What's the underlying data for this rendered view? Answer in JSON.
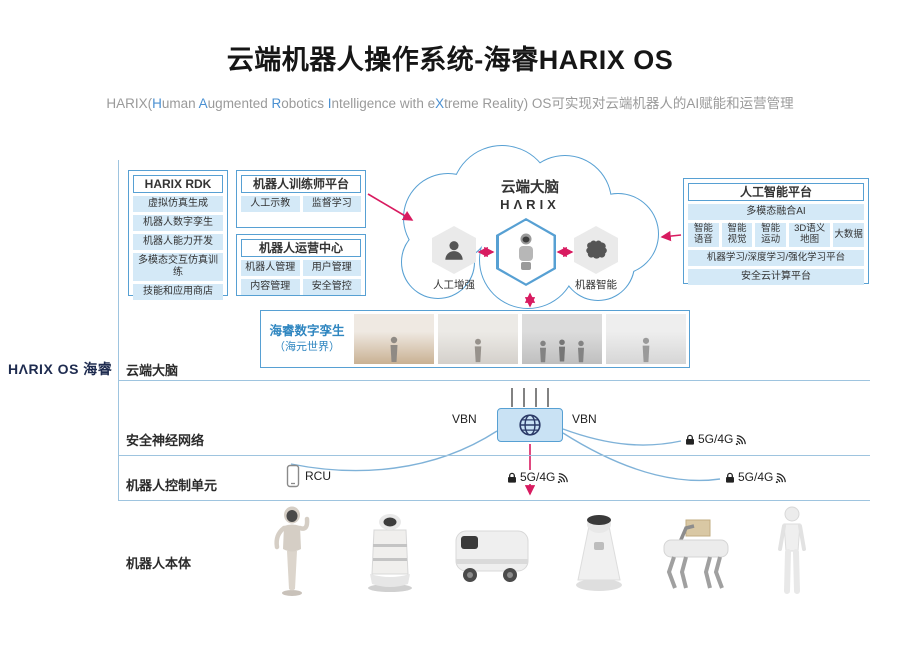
{
  "title": "云端机器人操作系统-海睿HARIX OS",
  "subtitle": {
    "segments": [
      {
        "t": "HARIX(",
        "hl": false
      },
      {
        "t": "H",
        "hl": true
      },
      {
        "t": "uman ",
        "hl": false
      },
      {
        "t": "A",
        "hl": true
      },
      {
        "t": "ugmented ",
        "hl": false
      },
      {
        "t": "R",
        "hl": true
      },
      {
        "t": "obotics ",
        "hl": false
      },
      {
        "t": "I",
        "hl": true
      },
      {
        "t": "ntelligence with e",
        "hl": false
      },
      {
        "t": "X",
        "hl": true
      },
      {
        "t": "treme Reality) OS可实现对云端机器人的AI赋能和运营管理",
        "hl": false
      }
    ]
  },
  "brand": "HΛRIX OS 海睿",
  "row_labels": {
    "cloud_brain": "云端大脑",
    "secure_network": "安全神经网络",
    "control_unit": "机器人控制单元",
    "robot_body": "机器人本体"
  },
  "rdk": {
    "title": "HARIX RDK",
    "items": [
      "虚拟仿真生成",
      "机器人数字孪生",
      "机器人能力开发",
      "多模态交互仿真训练",
      "技能和应用商店"
    ]
  },
  "trainer": {
    "title": "机器人训练师平台",
    "items": [
      "人工示教",
      "监督学习"
    ]
  },
  "operation": {
    "title": "机器人运营中心",
    "items": [
      "机器人管理",
      "用户管理",
      "内容管理",
      "安全管控"
    ]
  },
  "cloud": {
    "name": "云端大脑",
    "logo": "HΛRIX",
    "left_hex": "人工增强",
    "right_hex": "机器智能"
  },
  "ai_platform": {
    "title": "人工智能平台",
    "fusion": "多模态融合AI",
    "chips": [
      "智能\n语音",
      "智能\n视觉",
      "智能\n运动",
      "3D语义\n地图",
      "大数据"
    ],
    "learning": "机器学习/深度学习/强化学习平台",
    "secure_cloud": "安全云计算平台"
  },
  "digital_twin": {
    "title": "海睿数字孪生",
    "subtitle": "（海元世界）"
  },
  "network": {
    "vbn_left": "VBN",
    "vbn_right": "VBN",
    "rcu": "RCU",
    "links": [
      "5G/4G",
      "5G/4G",
      "5G/4G"
    ]
  },
  "colors": {
    "accent_blue": "#57A0D3",
    "chip_fill": "#D4E9F7",
    "magenta": "#D81B60",
    "brand_navy": "#1E2B4F"
  }
}
